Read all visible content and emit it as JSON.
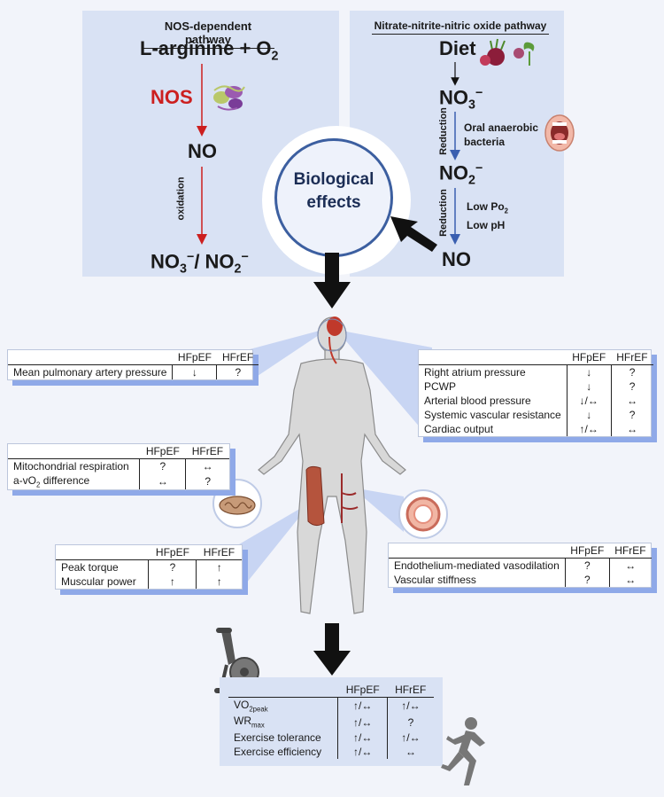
{
  "left_panel": {
    "title": "NOS-dependent pathway",
    "reactants": "L-arginine + O",
    "reactants_sub": "2",
    "enzyme": "NOS",
    "product": "NO",
    "step_label": "oxidation",
    "end_products_a": "NO",
    "end_products_a_sub": "3",
    "end_products_a_sup": "−",
    "end_products_sep": "/ NO",
    "end_products_b_sub": "2",
    "end_products_b_sup": "−"
  },
  "right_panel": {
    "title": "Nitrate-nitrite-nitric oxide pathway",
    "source": "Diet",
    "nitrate": "NO",
    "nitrate_sub": "3",
    "nitrate_sup": "−",
    "step1_label": "Reduction",
    "step1_note_line1": "Oral anaerobic",
    "step1_note_line2": "bacteria",
    "nitrite": "NO",
    "nitrite_sub": "2",
    "nitrite_sup": "−",
    "step2_label": "Reduction",
    "step2_note_line1": "Low Po",
    "step2_note_line1_sub": "2",
    "step2_note_line2": "Low pH",
    "product": "NO"
  },
  "center": {
    "line1": "Biological",
    "line2": "effects"
  },
  "headers": {
    "hfpef": "HFpEF",
    "hfref": "HFrEF"
  },
  "table_pulmonary": {
    "rows": [
      {
        "label": "Mean pulmonary artery pressure",
        "hfpef": "↓",
        "hfref": "?"
      }
    ]
  },
  "table_cardiac": {
    "rows": [
      {
        "label": "Right atrium pressure",
        "hfpef": "↓",
        "hfref": "?"
      },
      {
        "label": "PCWP",
        "hfpef": "↓",
        "hfref": "?"
      },
      {
        "label": "Arterial blood pressure",
        "hfpef": "↓/↔",
        "hfref": "↔"
      },
      {
        "label": "Systemic vascular resistance",
        "hfpef": "↓",
        "hfref": "?"
      },
      {
        "label": "Cardiac output",
        "hfpef": "↑/↔",
        "hfref": "↔"
      }
    ]
  },
  "table_mito": {
    "rows": [
      {
        "label": "Mitochondrial respiration",
        "hfpef": "?",
        "hfref": "↔"
      },
      {
        "label": "a-vO",
        "label_sub": "2",
        "label_tail": " difference",
        "hfpef": "↔",
        "hfref": "?"
      }
    ]
  },
  "table_muscle": {
    "rows": [
      {
        "label": "Peak torque",
        "hfpef": "?",
        "hfref": "↑"
      },
      {
        "label": "Muscular power",
        "hfpef": "↑",
        "hfref": "↑"
      }
    ]
  },
  "table_vascular": {
    "rows": [
      {
        "label": "Endothelium-mediated vasodilation",
        "hfpef": "?",
        "hfref": "↔"
      },
      {
        "label": "Vascular stiffness",
        "hfpef": "?",
        "hfref": "↔"
      }
    ]
  },
  "table_exercise": {
    "rows": [
      {
        "label": "VO",
        "label_sub": "2peak",
        "hfpef": "↑/↔",
        "hfref": "↑/↔"
      },
      {
        "label": "WR",
        "label_sub": "max",
        "hfpef": "↑/↔",
        "hfref": "?"
      },
      {
        "label": "Exercise tolerance",
        "hfpef": "↑/↔",
        "hfref": "↑/↔"
      },
      {
        "label": "Exercise efficiency",
        "hfpef": "↑/↔",
        "hfref": "↔"
      }
    ]
  },
  "colors": {
    "panel": "#d9e2f4",
    "shadow": "#8fa9e8",
    "nos_red": "#cc1f1f",
    "blue_arrow": "#3a5fb0",
    "circle_border": "#3c5fa0"
  }
}
